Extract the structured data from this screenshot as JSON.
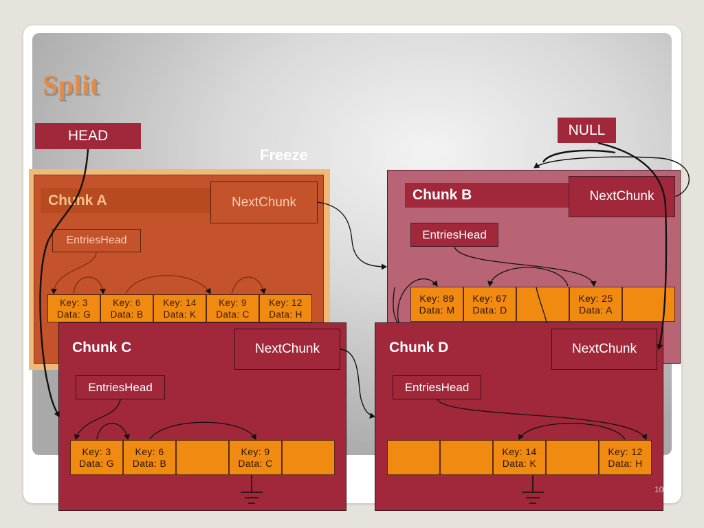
{
  "title": "Split",
  "head_label": "HEAD",
  "null_label": "NULL",
  "freeze_label": "Freeze",
  "page_number": "10",
  "chunk_a": {
    "title": "Chunk A",
    "next_label": "NextChunk",
    "entries_label": "EntriesHead",
    "entries": [
      {
        "key": "Key: 3",
        "data": "Data: G"
      },
      {
        "key": "Key: 6",
        "data": "Data: B"
      },
      {
        "key": "Key: 14",
        "data": "Data: K"
      },
      {
        "key": "Key: 9",
        "data": "Data: C"
      },
      {
        "key": "Key: 12",
        "data": "Data: H"
      }
    ]
  },
  "chunk_b": {
    "title": "Chunk B",
    "next_label": "NextChunk",
    "entries_label": "EntriesHead",
    "entries": [
      {
        "key": "Key: 89",
        "data": "Data: M"
      },
      {
        "key": "Key: 67",
        "data": "Data: D"
      },
      {
        "key": "",
        "data": ""
      },
      {
        "key": "Key: 25",
        "data": "Data: A"
      },
      {
        "key": "",
        "data": ""
      }
    ]
  },
  "chunk_c": {
    "title": "Chunk C",
    "next_label": "NextChunk",
    "entries_label": "EntriesHead",
    "entries": [
      {
        "key": "Key: 3",
        "data": "Data: G"
      },
      {
        "key": "Key: 6",
        "data": "Data: B"
      },
      {
        "key": "",
        "data": ""
      },
      {
        "key": "Key: 9",
        "data": "Data: C"
      },
      {
        "key": "",
        "data": ""
      }
    ]
  },
  "chunk_d": {
    "title": "Chunk D",
    "next_label": "NextChunk",
    "entries_label": "EntriesHead",
    "entries": [
      {
        "key": "",
        "data": ""
      },
      {
        "key": "",
        "data": ""
      },
      {
        "key": "Key: 14",
        "data": "Data: K"
      },
      {
        "key": "",
        "data": ""
      },
      {
        "key": "Key: 12",
        "data": "Data: H"
      }
    ]
  }
}
